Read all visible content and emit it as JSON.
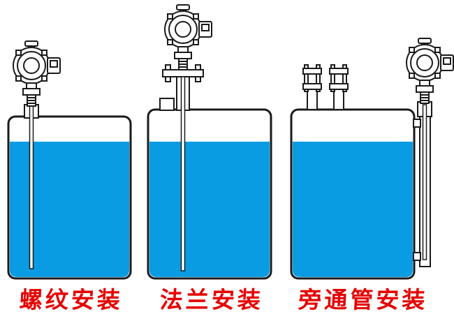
{
  "colors": {
    "liquid": "#0a9ce2",
    "outline": "#1a1a1a",
    "label_red": "#e60000"
  },
  "diagrams": [
    {
      "id": "threaded-installation",
      "label": "螺纹安装"
    },
    {
      "id": "flange-installation",
      "label": "法兰安装"
    },
    {
      "id": "bypass-pipe-installation",
      "label": "旁通管安装"
    }
  ]
}
